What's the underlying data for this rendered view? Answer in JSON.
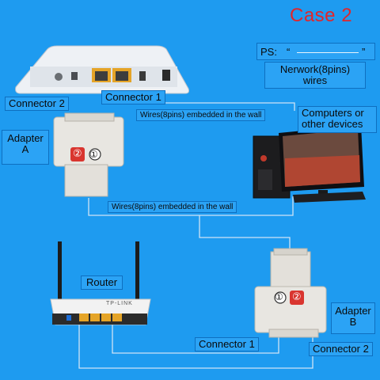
{
  "title": "Case 2",
  "ps": {
    "prefix": "PS:",
    "open_quote": "“",
    "close_quote": "”"
  },
  "legend": {
    "line1": "Nerwork(8pins)",
    "line2": "wires"
  },
  "top": {
    "connector_2": "Connector 2",
    "connector_1": "Connector 1",
    "wires_top": "Wires(8pins) embedded in the wall",
    "computers_line1": "Computers or",
    "computers_line2": "other devices",
    "adapter_a_line1": "Adapter",
    "adapter_a_line2": "A",
    "wires_middle": "Wires(8pins) embedded in the wall"
  },
  "bottom": {
    "router": "Router",
    "adapter_b_line1": "Adapter",
    "adapter_b_line2": "B",
    "connector_1": "Connector 1",
    "connector_2": "Connector 2"
  },
  "adapter_a_ports": [
    "②",
    "①"
  ],
  "adapter_b_ports": [
    "①",
    "②"
  ],
  "router_brand": "TP-LINK",
  "colors": {
    "background": "#1e9bf0",
    "title_red": "#e0262b",
    "port_red": "#d9352f",
    "wire": "#cfe4f5"
  }
}
